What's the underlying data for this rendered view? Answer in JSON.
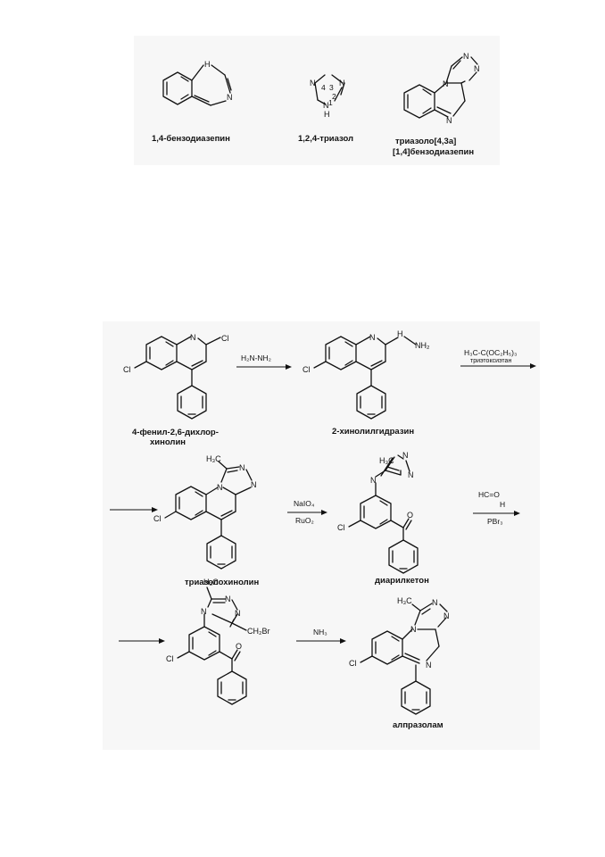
{
  "structures_top": [
    {
      "name": "1,4-бензодиазепин"
    },
    {
      "name": "1,2,4-триазол"
    },
    {
      "name_line1": "триазоло[4,3a]",
      "name_line2": "[1,4]бензодиазепин"
    }
  ],
  "ring_numbers": {
    "n4": "4",
    "n3": "3",
    "n2": "2",
    "n1": "1"
  },
  "atoms": {
    "N": "N",
    "H": "H",
    "NH": "NH",
    "Cl": "Cl",
    "O": "O",
    "CH3": "H₃C",
    "NH2_text": "NH₂",
    "CH2Br": "CH₂Br"
  },
  "synthesis": {
    "compounds": [
      {
        "name_line1": "4-фенил-2,6-дихлор-",
        "name_line2": "хинолин"
      },
      {
        "name": "2-хинолилгидразин"
      },
      {
        "name": "триазолохинолин"
      },
      {
        "name": "диарилкетон"
      },
      {
        "name": "алпразолам"
      }
    ],
    "reagents": [
      {
        "text": "H₂N-NH₂"
      },
      {
        "line1": "H₃C-C(OC₂H₅)₃",
        "line2": "триэтоксиэтан"
      },
      {
        "line1": "NaIO₄",
        "line2": "RuO₂"
      },
      {
        "line1": "HC=O",
        "line1b": "H",
        "line2": "PBr₃"
      },
      {
        "text": "NH₃"
      }
    ]
  }
}
